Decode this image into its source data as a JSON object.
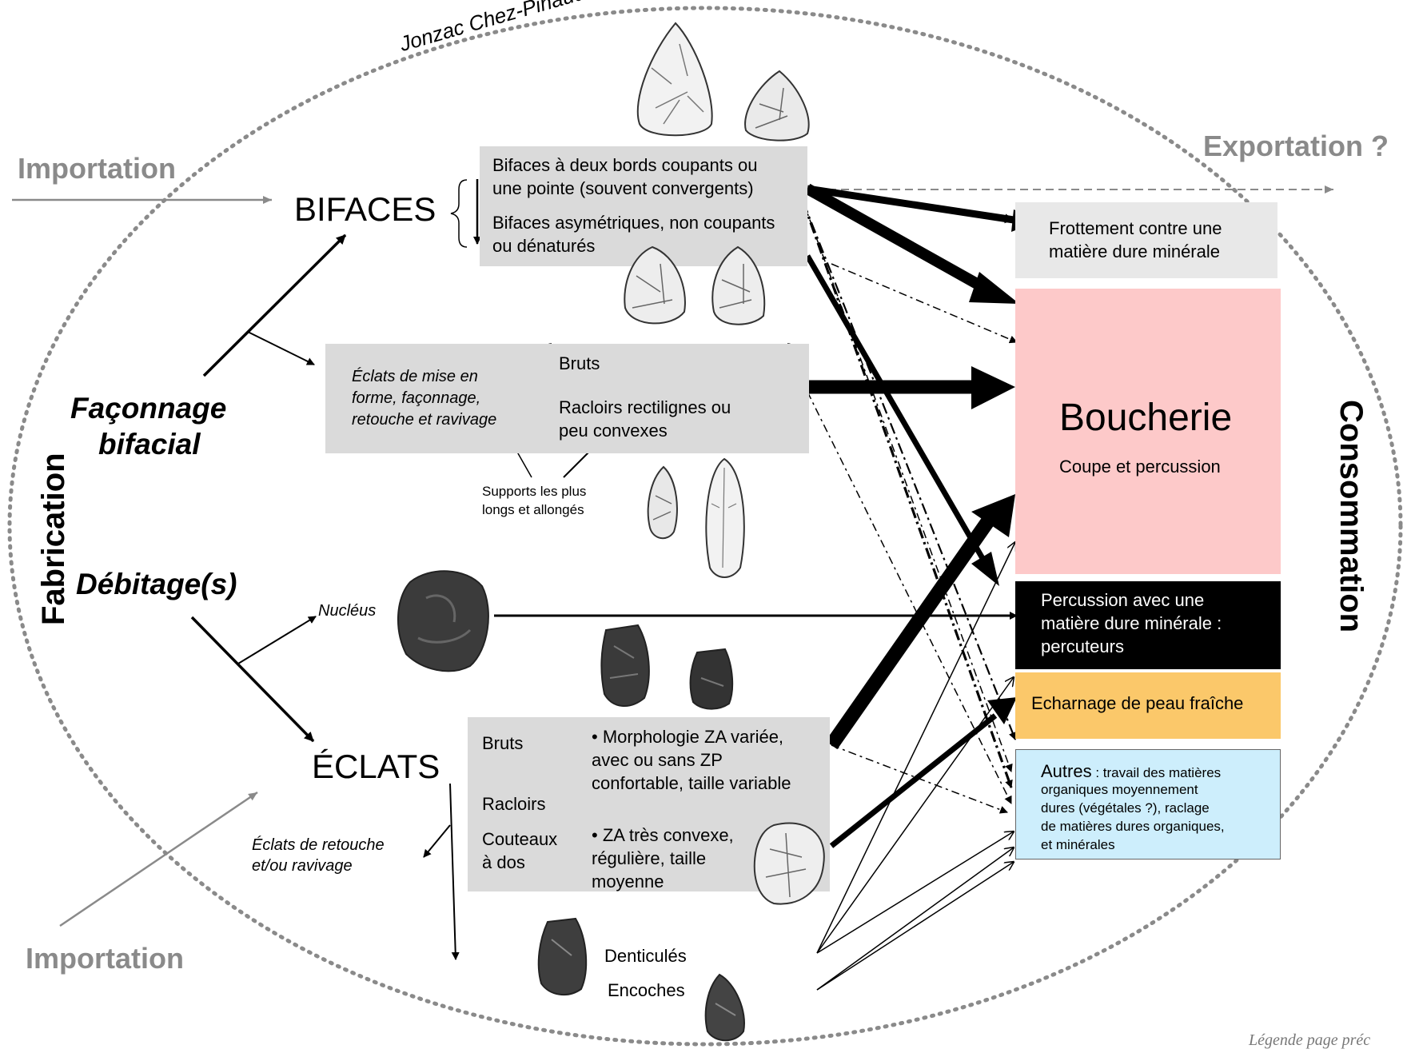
{
  "site": "Jonzac Chez-Pinaud",
  "importation_top": "Importation",
  "importation_bottom": "Importation",
  "exportation": "Exportation ?",
  "fabrication": "Fabrication",
  "consommation": "Consommation",
  "faconnage": [
    "Façonnage",
    "bifacial"
  ],
  "debitage": "Débitage(s)",
  "bifaces": {
    "title": "BIFACES",
    "types": [
      [
        "Bifaces à deux bords coupants ou",
        "une pointe (souvent convergents)"
      ],
      [
        "Bifaces asymétriques, non coupants",
        "ou dénaturés"
      ]
    ]
  },
  "eclats_mise_en_forme": {
    "label": [
      "Éclats de mise en",
      "forme, façonnage,",
      "retouche et ravivage"
    ],
    "bruts": "Bruts",
    "racloirs": [
      "Racloirs rectilignes ou",
      "peu convexes"
    ]
  },
  "supports": [
    "Supports les plus",
    "longs et allongés"
  ],
  "nucleus": "Nucléus",
  "eclats": {
    "title": "ÉCLATS",
    "left": {
      "bruts": "Bruts",
      "racloirs": "Racloirs",
      "couteaux": [
        "Couteaux",
        "à dos"
      ]
    },
    "right": {
      "morph": [
        "• Morphologie ZA variée,",
        "avec ou sans ZP",
        "confortable, taille variable"
      ],
      "za": [
        "• ZA très convexe,",
        "régulière, taille",
        "moyenne"
      ]
    }
  },
  "retouche": [
    "Éclats de retouche",
    "et/ou ravivage"
  ],
  "denticules": "Denticulés",
  "encoches": "Encoches",
  "consumption": {
    "frottement": [
      "Frottement contre une",
      "matière dure minérale"
    ],
    "boucherie": "Boucherie",
    "boucherie_sub": "Coupe et percussion",
    "percussion": [
      "Percussion avec une",
      "matière dure minérale :",
      "percuteurs"
    ],
    "echarnage": "Echarnage de peau fraîche",
    "autres_title": "Autres",
    "autres": [
      " : travail des matières",
      "organiques moyennement",
      "dures (végétales ?), raclage",
      "de matières dures organiques,",
      "et minérales"
    ]
  },
  "colors": {
    "frottement": "#e8e8e8",
    "boucherie": "#fdc9c9",
    "percussion": "#000000",
    "echarnage": "#fbc86a",
    "autres": "#cdeefc",
    "grey_box": "#dadada"
  },
  "legend_note": "Légende page préc"
}
